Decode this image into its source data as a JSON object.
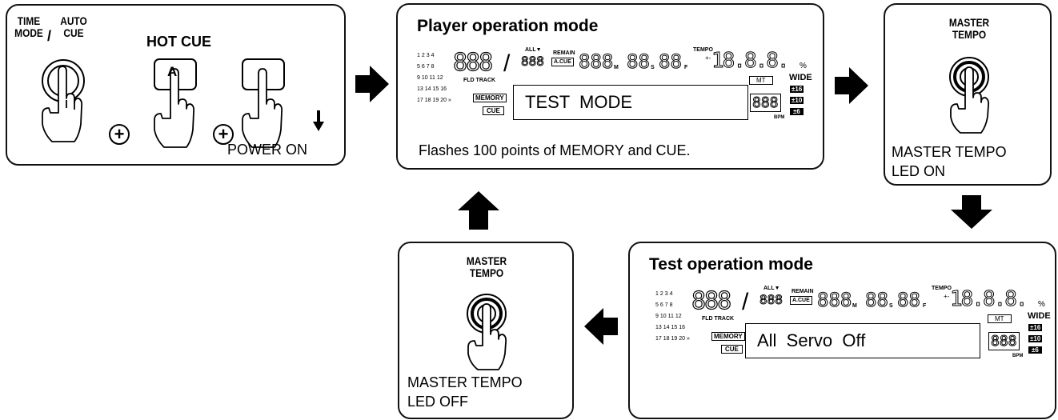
{
  "step1": {
    "time_mode_label_1": "TIME",
    "time_mode_label_2": "MODE",
    "slash": "/",
    "auto_cue_label_1": "AUTO",
    "auto_cue_label_2": "CUE",
    "hot_cue_label": "HOT CUE",
    "hot_cue_key": "A",
    "power_on_label": "POWER ON"
  },
  "player_mode": {
    "title": "Player operation mode",
    "display_message": "TEST  MODE",
    "note": "Flashes 100 points of MEMORY and CUE."
  },
  "master_tempo_on": {
    "label_1": "MASTER",
    "label_2": "TEMPO",
    "caption_1": "MASTER TEMPO",
    "caption_2": "LED ON"
  },
  "test_mode": {
    "title": "Test operation mode",
    "display_message": "All  Servo  Off"
  },
  "master_tempo_off": {
    "label_1": "MASTER",
    "label_2": "TEMPO",
    "caption_1": "MASTER TEMPO",
    "caption_2": "LED OFF"
  },
  "lcd": {
    "track_numbers": [
      "1",
      "2",
      "3",
      "4",
      "5",
      "6",
      "7",
      "8",
      "9",
      "10",
      "11",
      "12",
      "13",
      "14",
      "15",
      "16",
      "17",
      "18",
      "19",
      "20"
    ],
    "fld_track": "FLD TRACK",
    "all": "ALL▼",
    "remain": "REMAIN",
    "a_cue": "A.CUE",
    "tempo": "TEMPO",
    "memory": "MEMORY",
    "cue": "CUE",
    "mt": "MT",
    "wide": "WIDE",
    "range_16": "±16",
    "range_10": "±10",
    "range_6": "±6",
    "bpm": "BPM",
    "m": "M",
    "s": "S",
    "f": "F",
    "percent": "%",
    "plus_minus": "+-",
    "digits_big": "888",
    "digits_small": "888",
    "time_min": "888",
    "time_sec": "88",
    "time_frame": "88",
    "tempo_digits": "18.8.8.",
    "bpm_digits": "888"
  }
}
